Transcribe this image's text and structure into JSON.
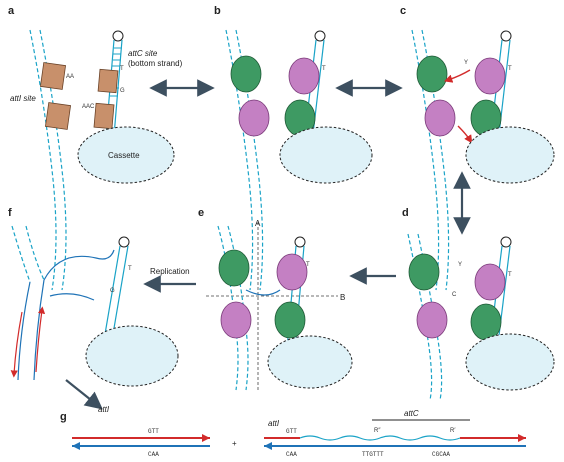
{
  "panels": {
    "a": "a",
    "b": "b",
    "c": "c",
    "d": "d",
    "e": "e",
    "f": "f",
    "g": "g"
  },
  "labels": {
    "attc_site": "attC site",
    "bottom_strand": "(bottom strand)",
    "atti_site": "attI site",
    "cassette": "Cassette",
    "replication": "Replication",
    "axis_a": "A",
    "axis_b": "B",
    "nt_t": "T",
    "nt_g": "G",
    "nt_y": "Y",
    "nt_c": "C",
    "seq_aac": "AAC",
    "seq_gtt": "GTT"
  },
  "panel_g": {
    "atti_label": "attI",
    "atti_top": "GTT",
    "atti_bottom": "CAA",
    "plus": "+",
    "product_atti": "attI",
    "product_attc": "attC",
    "r_double": "R″",
    "r_single": "R′",
    "gtt": "GTT",
    "caa": "CAA",
    "ttgttt": "TTGTTT",
    "cgcaa": "CGCAA"
  },
  "colors": {
    "dna": "#1aa3c7",
    "green_protein": "#3e9a63",
    "pink_protein": "#c480c3",
    "site_box": "#c8906b",
    "red": "#d22b2b",
    "blue_strand": "#1f73b7",
    "arrow": "#3d5060"
  }
}
